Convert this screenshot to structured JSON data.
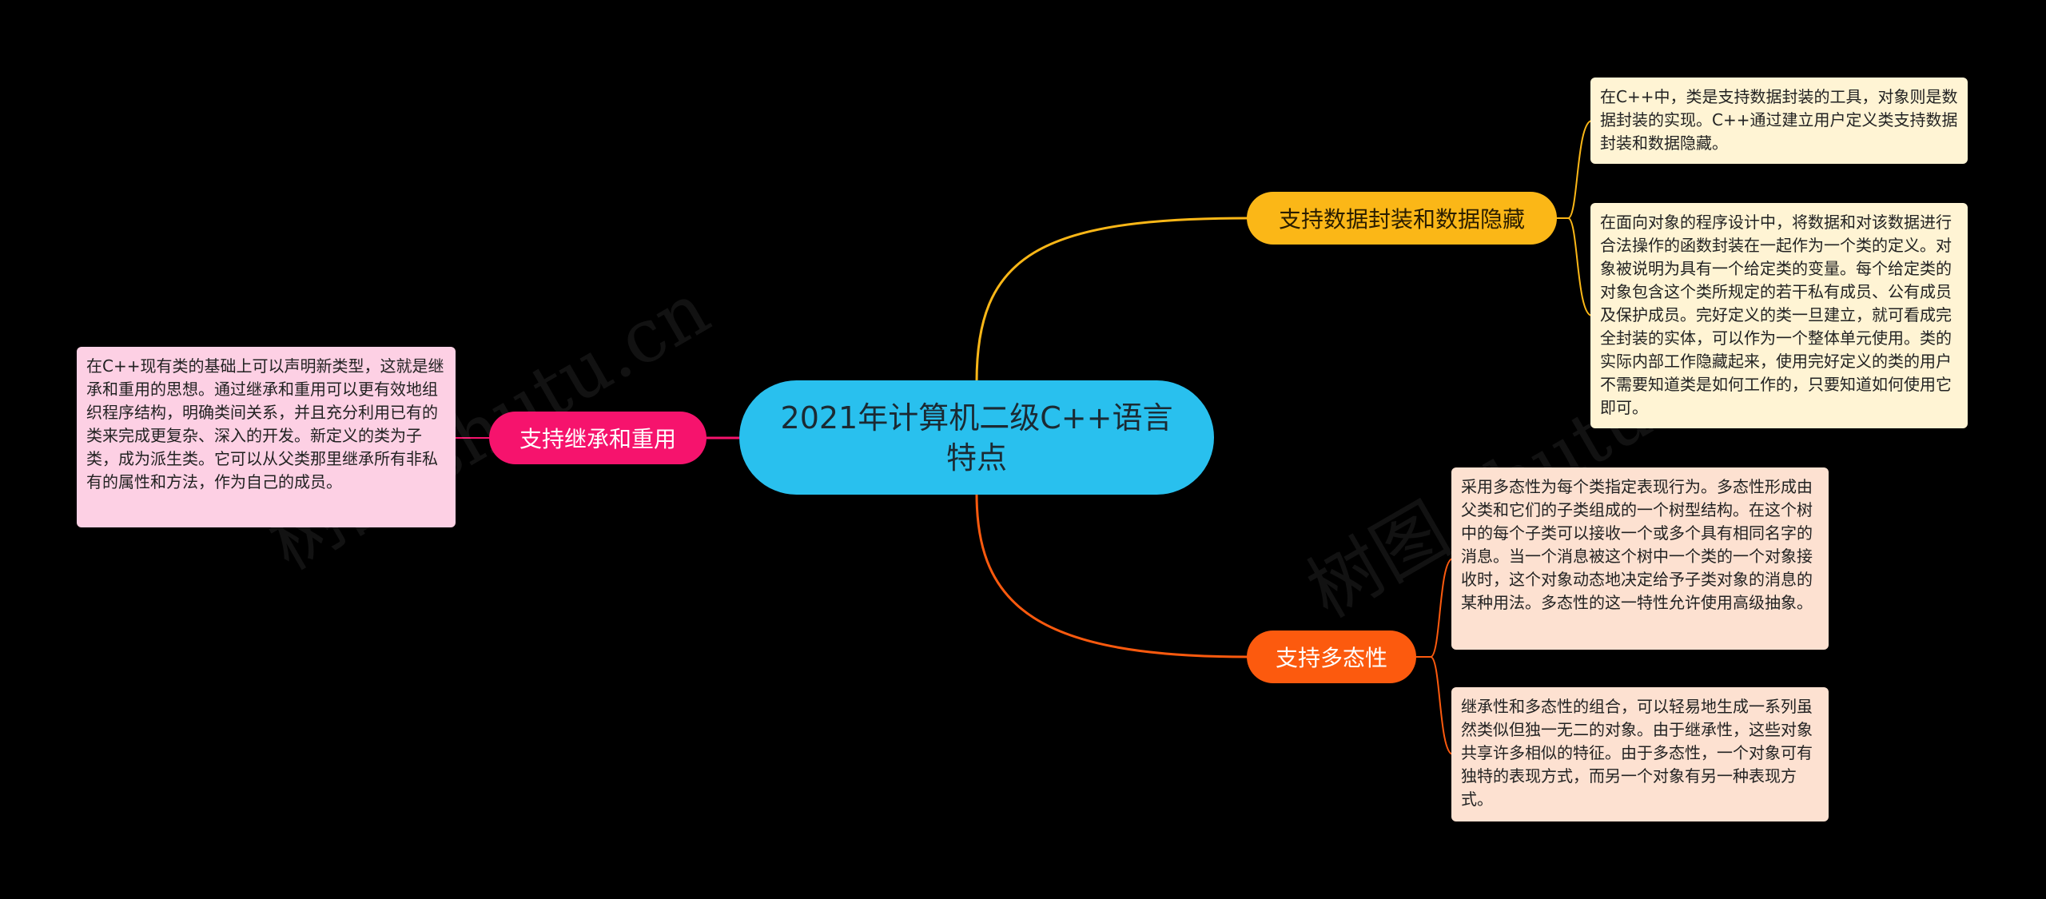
{
  "colors": {
    "background": "#000000",
    "root": "#29c0ee",
    "encapsulation": "#fbb717",
    "encapsulation_note": "#fff4d4",
    "polymorphism": "#fc5a0e",
    "polymorphism_note": "#fde1d1",
    "inheritance": "#f6136d",
    "inheritance_note": "#fdd0e4"
  },
  "root": {
    "title": "2021年计算机二级C++语言特点"
  },
  "branches": {
    "encapsulation": {
      "label": "支持数据封装和数据隐藏",
      "notes": [
        "在C++中，类是支持数据封装的工具，对象则是数据封装的实现。C++通过建立用户定义类支持数据封装和数据隐藏。",
        "在面向对象的程序设计中，将数据和对该数据进行合法操作的函数封装在一起作为一个类的定义。对象被说明为具有一个给定类的变量。每个给定类的对象包含这个类所规定的若干私有成员、公有成员及保护成员。完好定义的类一旦建立，就可看成完全封装的实体，可以作为一个整体单元使用。类的实际内部工作隐藏起来，使用完好定义的类的用户不需要知道类是如何工作的，只要知道如何使用它即可。"
      ]
    },
    "polymorphism": {
      "label": "支持多态性",
      "notes": [
        "采用多态性为每个类指定表现行为。多态性形成由父类和它们的子类组成的一个树型结构。在这个树中的每个子类可以接收一个或多个具有相同名字的消息。当一个消息被这个树中一个类的一个对象接收时，这个对象动态地决定给予子类对象的消息的某种用法。多态性的这一特性允许使用高级抽象。",
        "继承性和多态性的组合，可以轻易地生成一系列虽然类似但独一无二的对象。由于继承性，这些对象共享许多相似的特征。由于多态性，一个对象可有独特的表现方式，而另一个对象有另一种表现方式。"
      ]
    },
    "inheritance": {
      "label": "支持继承和重用",
      "notes": [
        "在C++现有类的基础上可以声明新类型，这就是继承和重用的思想。通过继承和重用可以更有效地组织程序结构，明确类间关系，并且充分利用已有的类来完成更复杂、深入的开发。新定义的类为子类，成为派生类。它可以从父类那里继承所有非私有的属性和方法，作为自己的成员。"
      ]
    }
  },
  "watermarks": [
    "树图 shutu.cn",
    "树图 shutu.cn"
  ]
}
